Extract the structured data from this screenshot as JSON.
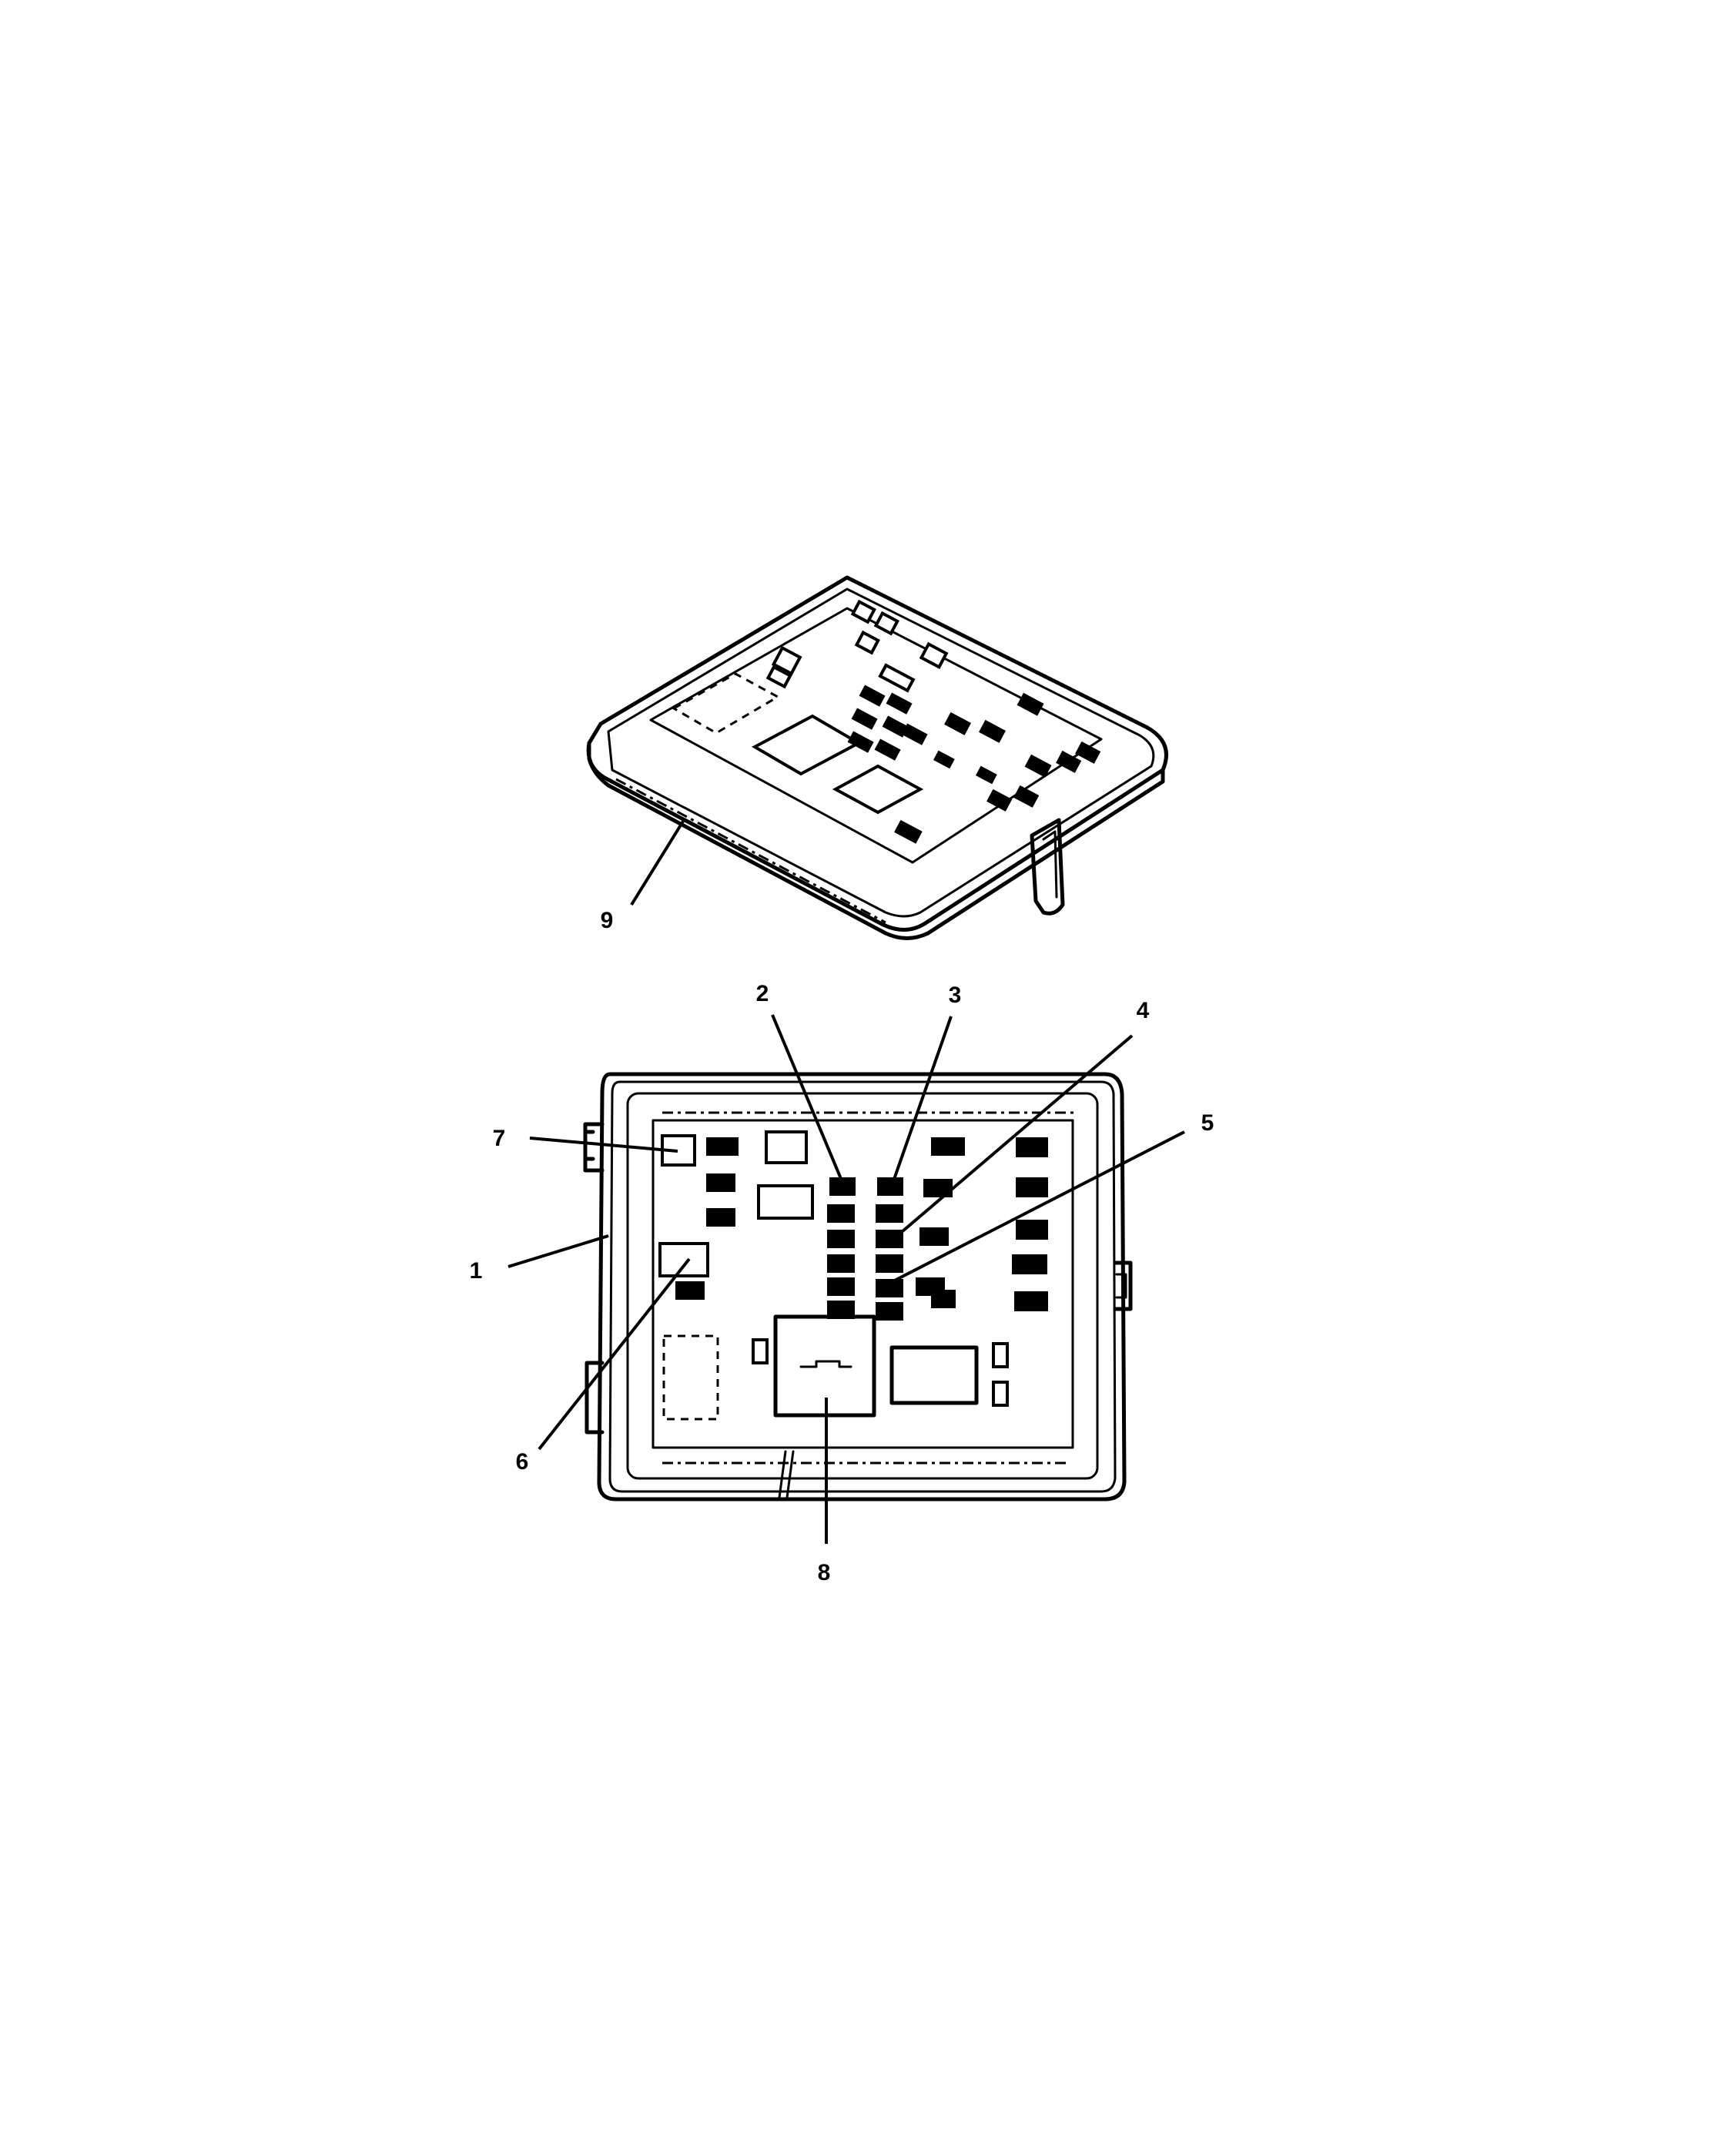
{
  "callouts": [
    {
      "id": "1",
      "label": "1"
    },
    {
      "id": "2",
      "label": "2"
    },
    {
      "id": "3",
      "label": "3"
    },
    {
      "id": "4",
      "label": "4"
    },
    {
      "id": "5",
      "label": "5"
    },
    {
      "id": "6",
      "label": "6"
    },
    {
      "id": "7",
      "label": "7"
    },
    {
      "id": "8",
      "label": "8"
    },
    {
      "id": "9",
      "label": "9"
    }
  ],
  "colors": {
    "line": "#000000",
    "background": "#ffffff"
  }
}
